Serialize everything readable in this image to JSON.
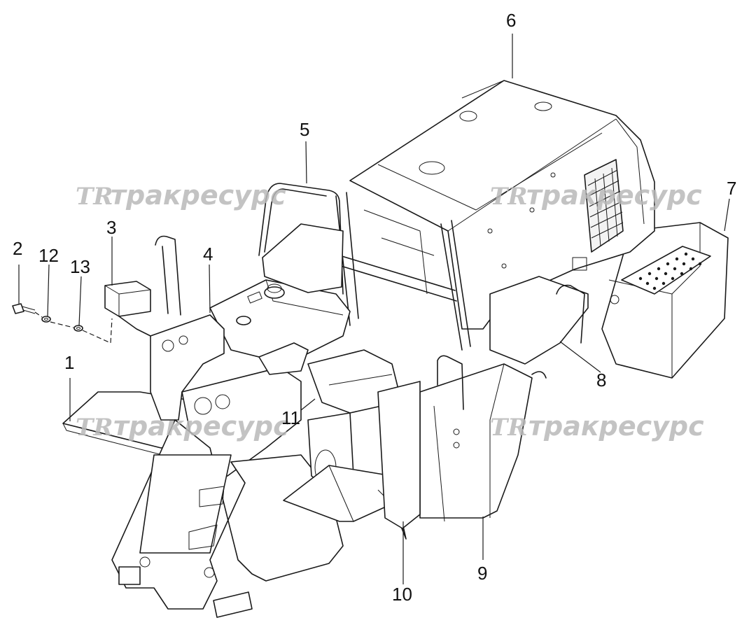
{
  "callouts": [
    {
      "id": "1",
      "label": "1"
    },
    {
      "id": "2",
      "label": "2"
    },
    {
      "id": "3",
      "label": "3"
    },
    {
      "id": "4",
      "label": "4"
    },
    {
      "id": "5",
      "label": "5"
    },
    {
      "id": "6",
      "label": "6"
    },
    {
      "id": "7",
      "label": "7"
    },
    {
      "id": "8",
      "label": "8"
    },
    {
      "id": "9",
      "label": "9"
    },
    {
      "id": "10",
      "label": "10"
    },
    {
      "id": "11",
      "label": "11"
    },
    {
      "id": "12",
      "label": "12"
    },
    {
      "id": "13",
      "label": "13"
    }
  ],
  "watermark": {
    "logo": "TR",
    "text": "тракресурс",
    "color": "#b9b9b9"
  }
}
